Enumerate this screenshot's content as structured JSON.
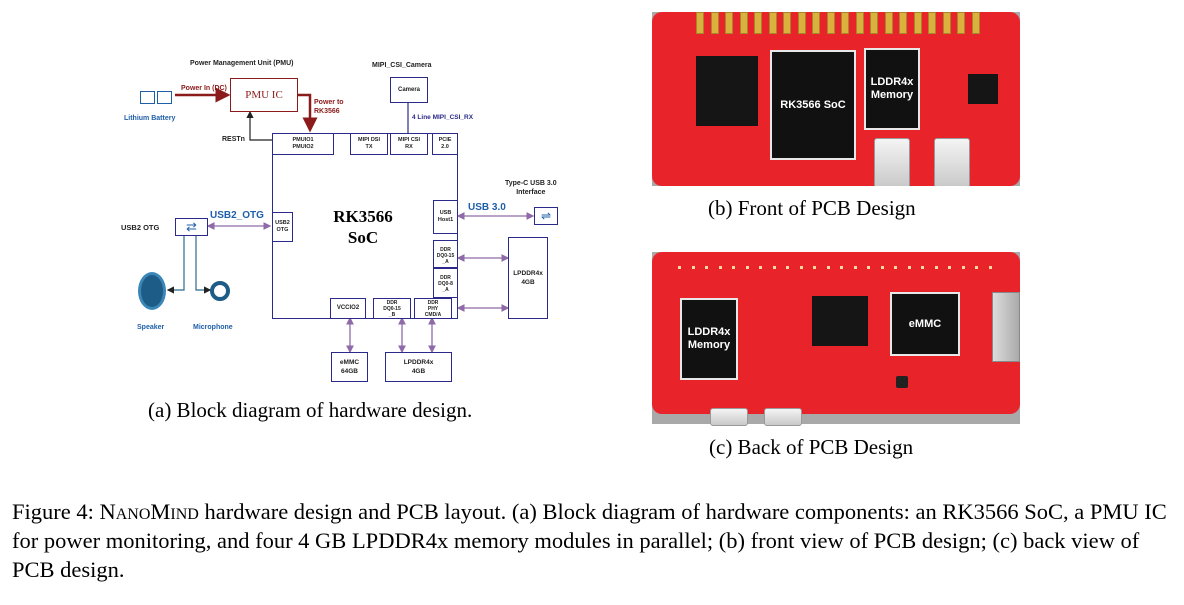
{
  "block_diagram": {
    "pmu_title": "Power Management Unit (PMU)",
    "pmu_ic": "PMU IC",
    "power_in": "Power In (DC)",
    "power_to": "Power to\nRK3566",
    "battery": "Lithium Battery",
    "restn": "RESTn",
    "camera_title": "MIPI_CSI_Camera",
    "camera": "Camera",
    "csi_link": "4 Line MIPI_CSI_RX",
    "soc_name": "RK3566",
    "soc_sub": "SoC",
    "ports_top": [
      "PMUIO1\nPMUIO2",
      "MIPI DSI\nTX",
      "MIPI CSI\nRX",
      "PCIE\n2.0"
    ],
    "port_left": "USB2\nOTG",
    "port_right_usb": "USB\nHost1",
    "port_right_ddr1": "DDR\nDQ0-15\n_A",
    "port_right_ddr2": "DDR\nDQ0-8\n_A",
    "ports_bottom": [
      "VCCIO2",
      "DDR\nDQ0-15\n_B",
      "DDR\nPHY\nCMD/A"
    ],
    "usb2_otg_link": "USB2_OTG",
    "usb2_otg_label": "USB2 OTG",
    "usb3_link": "USB 3.0",
    "typec_label": "Type-C USB 3.0\nInterface",
    "lpddr_right": "LPDDR4x\n4GB",
    "emmc": "eMMC\n64GB",
    "lpddr_bottom": "LPDDR4x\n4GB",
    "speaker": "Speaker",
    "microphone": "Microphone",
    "colors": {
      "box_border": "#2b2a8a",
      "pmu": "#8b1a1a",
      "usb_blue": "#1f5fa8",
      "arrow": "#8e6aa8"
    }
  },
  "pcb_front": {
    "soc_label": "RK3566 SoC",
    "memory_label": "LDDR4x\nMemory"
  },
  "pcb_back": {
    "memory_label": "LDDR4x\nMemory",
    "emmc_label": "eMMC"
  },
  "captions": {
    "a": "(a) Block diagram of hardware design.",
    "b": "(b) Front of PCB Design",
    "c": "(c) Back of PCB Design"
  },
  "figure_caption": {
    "prefix": "Figure 4: ",
    "name": "NanoMind",
    "text": " hardware design and PCB layout. (a) Block diagram of hardware components: an RK3566 SoC, a PMU IC for power monitoring, and four 4 GB LPDDR4x memory modules in parallel; (b) front view of PCB design; (c) back view of PCB design."
  },
  "colors": {
    "pcb_red": "#e8232a",
    "pcb_bg": "#9a9a9a"
  }
}
